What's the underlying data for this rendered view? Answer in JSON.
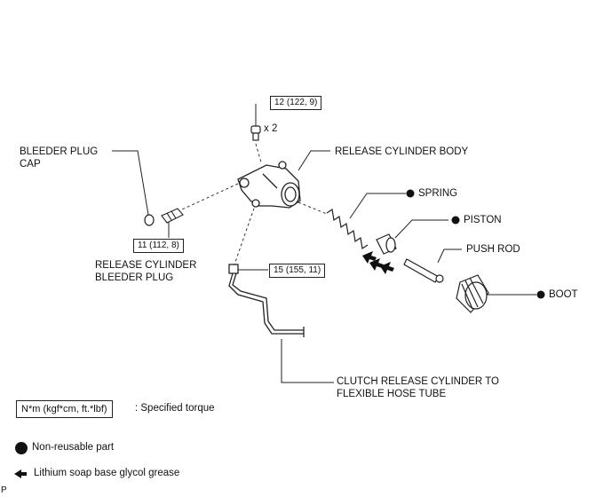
{
  "torque_specs": {
    "bolt": "12 (122, 9)",
    "bleeder": "11 (112, 8)",
    "tube": "15 (155, 11)"
  },
  "quantity": "x 2",
  "labels": {
    "bleeder_cap_line1": "BLEEDER PLUG",
    "bleeder_cap_line2": "CAP",
    "body": "RELEASE CYLINDER BODY",
    "spring": "SPRING",
    "piston": "PISTON",
    "push_rod": "PUSH ROD",
    "boot": "BOOT",
    "bleeder_plug_line1": "RELEASE CYLINDER",
    "bleeder_plug_line2": "BLEEDER PLUG",
    "tube_line1": "CLUTCH RELEASE CYLINDER TO",
    "tube_line2": "FLEXIBLE HOSE TUBE"
  },
  "legend": {
    "torque_box": "N*m (kgf*cm, ft.*lbf)",
    "torque_text": ": Specified torque",
    "nonreusable": "Non-reusable part",
    "grease": "Lithium soap base glycol grease"
  },
  "corner_mark": "P"
}
